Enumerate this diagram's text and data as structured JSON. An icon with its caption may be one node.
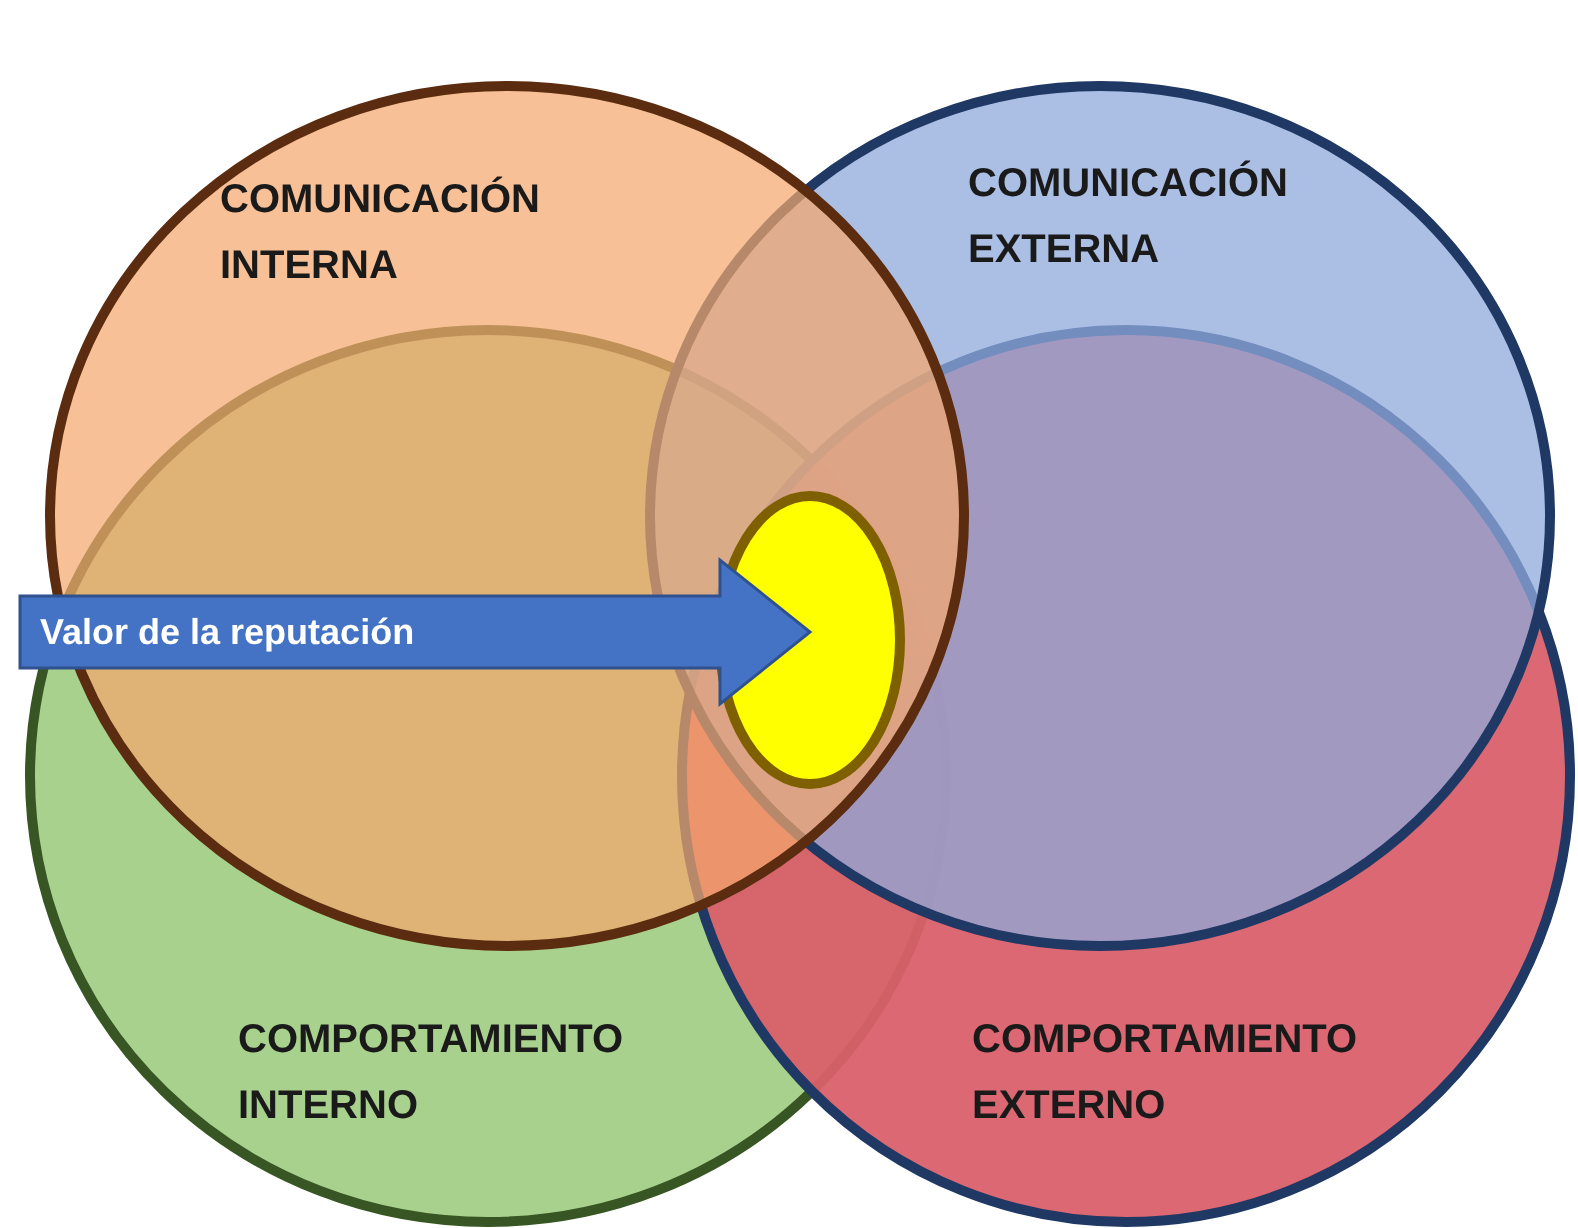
{
  "diagram": {
    "nodes": [
      {
        "text": [
          "COMUNICACIÓN INTERNA"
        ]
      },
      {
        "text": [
          "COMUNICACIÓN EXTERNA"
        ]
      },
      {
        "text": [
          "COMPORTAMIENTO INTERNO"
        ]
      },
      {
        "text": [
          "COMPORTAMIENTO EXTERNO"
        ]
      },
      {
        "text": [],
        "shape": "ellipse"
      },
      {
        "text": [
          "Valor de la reputación"
        ]
      }
    ]
  }
}
